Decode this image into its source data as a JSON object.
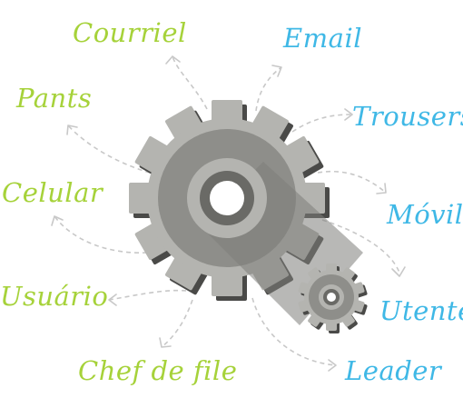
{
  "labels": {
    "courriel": "Courriel",
    "email": "Email",
    "pants": "Pants",
    "trousers": "Trousers",
    "celular": "Celular",
    "movil": "Móvil",
    "usuario": "Usuário",
    "utente": "Utente",
    "chef_de_file": "Chef de file",
    "leader": "Leader"
  },
  "colors": {
    "green": "#a6d23a",
    "blue": "#3fb8e6",
    "gear_gray": "#b4b4b0",
    "gear_dark": "#6a6a66",
    "arrow": "#c8c8c8"
  },
  "icons": [
    "large-gear-icon",
    "small-gear-icon"
  ]
}
